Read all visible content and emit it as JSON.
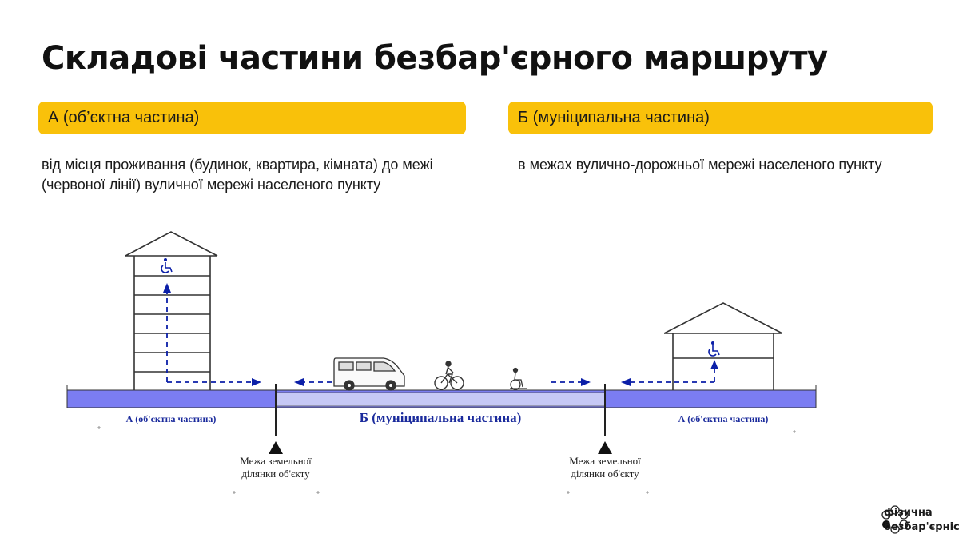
{
  "title": "Складові частини безбар'єрного маршруту",
  "sections": {
    "a": {
      "label": "А (об’єктна частина)",
      "description": "від місця проживання (будинок, квартира, кімната) до межі (червоної лінії) вуличної мережі населеного пункту"
    },
    "b": {
      "label": "Б (муніципальна частина)",
      "description": "в межах вулично-дорожньої мережі населеного пункту"
    }
  },
  "diagram": {
    "zone_a_left": "А (об'єктна частина)",
    "zone_b": "Б (муніципальна частина)",
    "zone_a_right": "А (об'єктна частина)",
    "boundary_left_line1": "Межа земельної",
    "boundary_left_line2": "ділянки об'єкту",
    "boundary_right_line1": "Межа земельної",
    "boundary_right_line2": "ділянки об'єкту",
    "icons": [
      "building-icon",
      "house-icon",
      "wheelchair-icon",
      "van-icon",
      "bicycle-icon",
      "arrow-icon"
    ],
    "colors": {
      "accent": "#f9c10a",
      "path_blue": "#0b1fa8",
      "strip": "#7b7df2",
      "strip_light": "#c6c8f5",
      "label_blue": "#1a2a9c"
    }
  },
  "logo": {
    "line1": "фізична",
    "line2": "безбар'єрність"
  }
}
